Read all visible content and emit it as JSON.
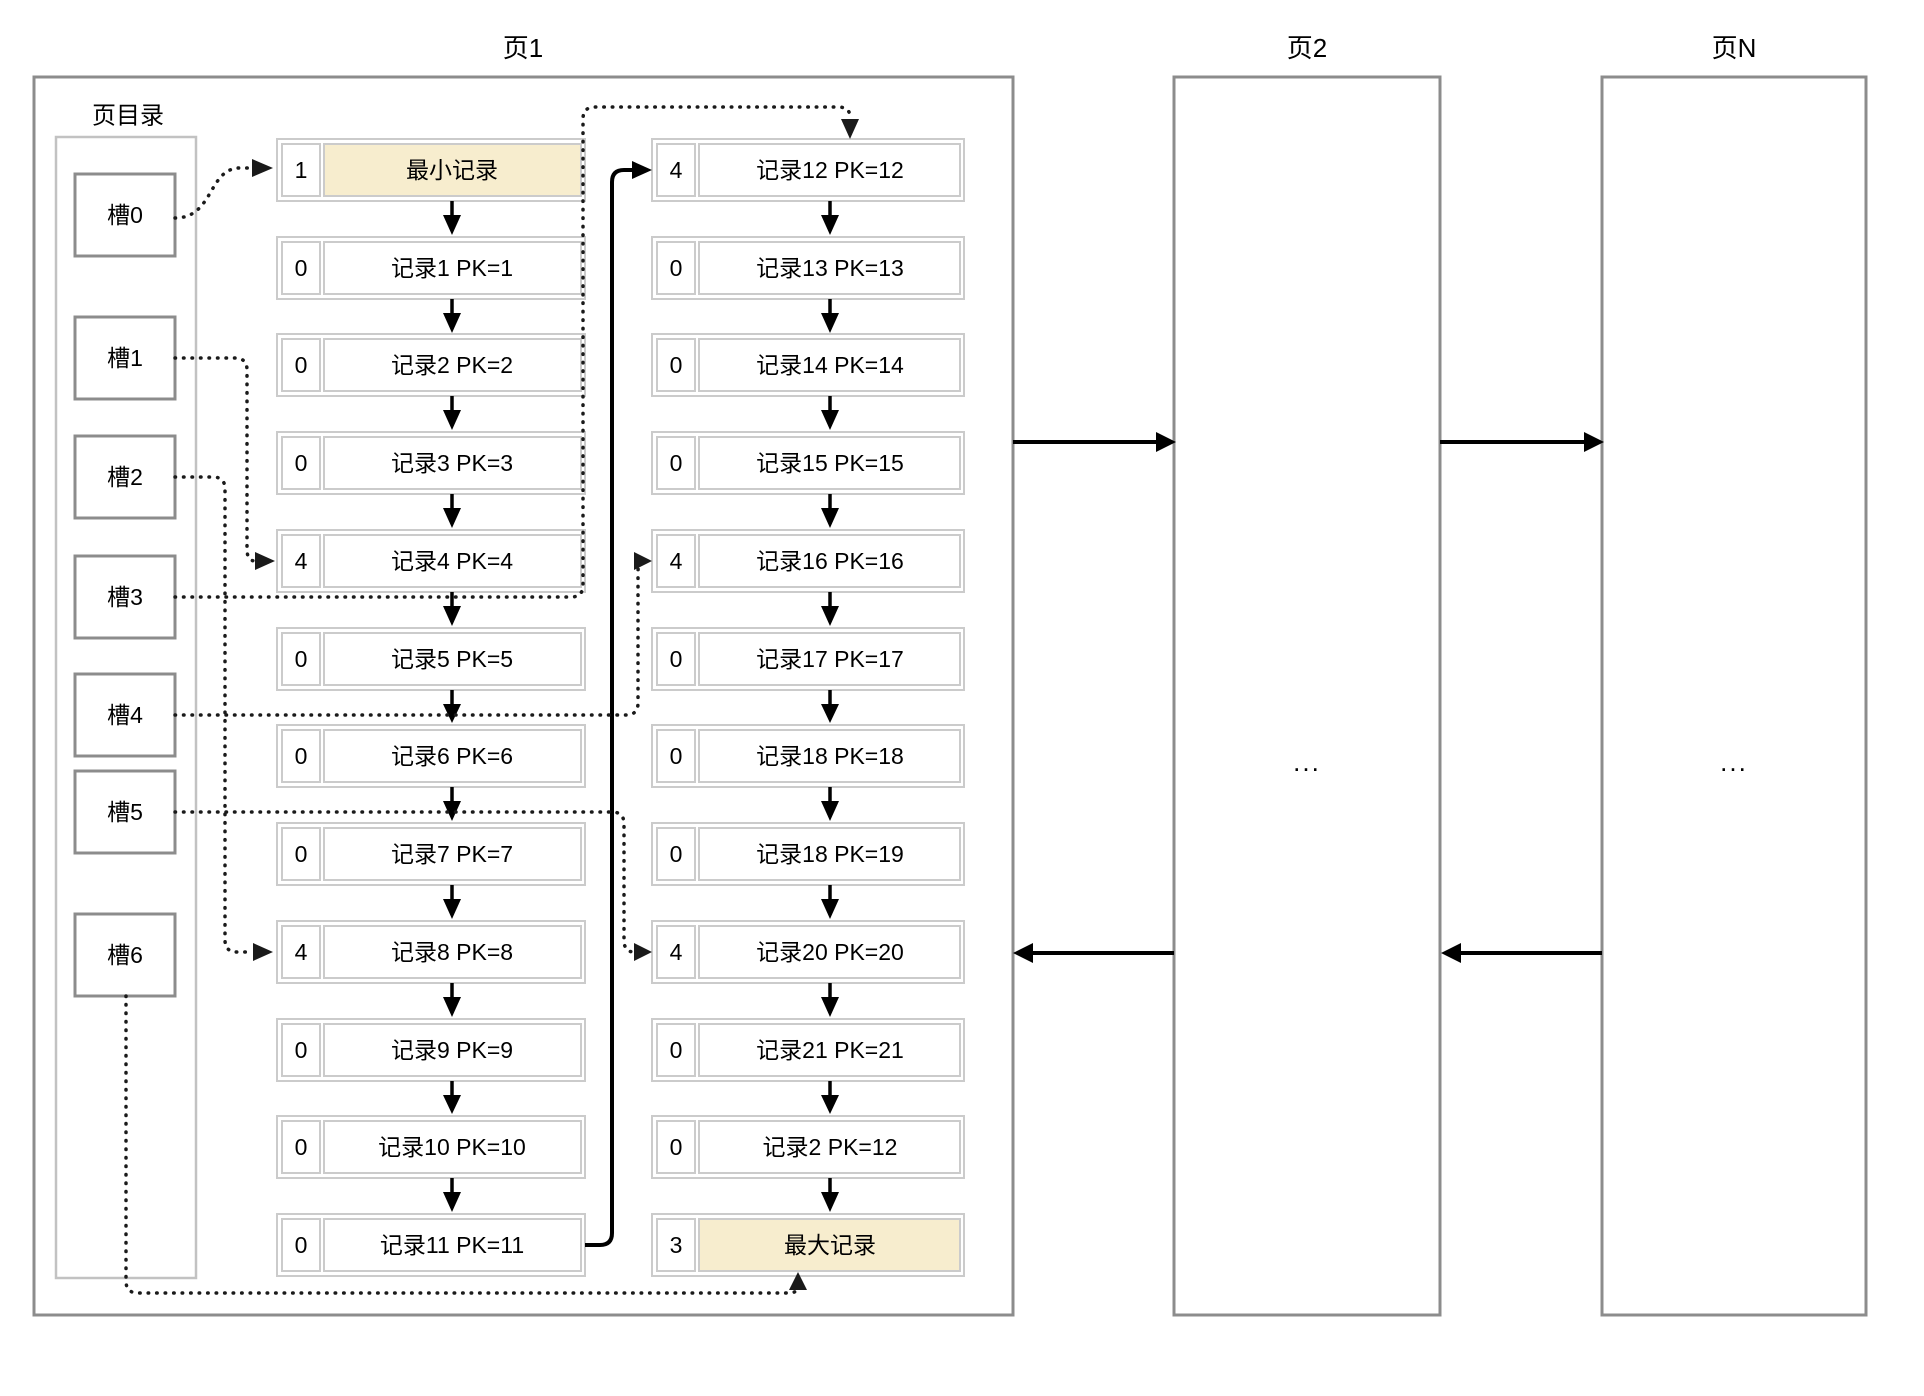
{
  "pages": [
    {
      "title": "页1"
    },
    {
      "title": "页2",
      "content": "..."
    },
    {
      "title": "页N",
      "content": "..."
    }
  ],
  "page_directory": {
    "label": "页目录",
    "slots": [
      "槽0",
      "槽1",
      "槽2",
      "槽3",
      "槽4",
      "槽5",
      "槽6"
    ]
  },
  "records": {
    "left_column": [
      {
        "slot_count": "1",
        "label": "最小记录",
        "highlighted": true
      },
      {
        "slot_count": "0",
        "label": "记录1 PK=1"
      },
      {
        "slot_count": "0",
        "label": "记录2 PK=2"
      },
      {
        "slot_count": "0",
        "label": "记录3 PK=3"
      },
      {
        "slot_count": "4",
        "label": "记录4 PK=4"
      },
      {
        "slot_count": "0",
        "label": "记录5 PK=5"
      },
      {
        "slot_count": "0",
        "label": "记录6 PK=6"
      },
      {
        "slot_count": "0",
        "label": "记录7 PK=7"
      },
      {
        "slot_count": "4",
        "label": "记录8 PK=8"
      },
      {
        "slot_count": "0",
        "label": "记录9 PK=9"
      },
      {
        "slot_count": "0",
        "label": "记录10 PK=10"
      },
      {
        "slot_count": "0",
        "label": "记录11 PK=11"
      }
    ],
    "right_column": [
      {
        "slot_count": "4",
        "label": "记录12 PK=12"
      },
      {
        "slot_count": "0",
        "label": "记录13 PK=13"
      },
      {
        "slot_count": "0",
        "label": "记录14 PK=14"
      },
      {
        "slot_count": "0",
        "label": "记录15 PK=15"
      },
      {
        "slot_count": "4",
        "label": "记录16 PK=16"
      },
      {
        "slot_count": "0",
        "label": "记录17 PK=17"
      },
      {
        "slot_count": "0",
        "label": "记录18 PK=18"
      },
      {
        "slot_count": "0",
        "label": "记录18 PK=19"
      },
      {
        "slot_count": "4",
        "label": "记录20 PK=20"
      },
      {
        "slot_count": "0",
        "label": "记录21 PK=21"
      },
      {
        "slot_count": "0",
        "label": "记录2 PK=12"
      },
      {
        "slot_count": "3",
        "label": "最大记录",
        "highlighted": true
      }
    ]
  },
  "colors": {
    "highlight_fill": "#f7edce",
    "row_border": "#cbcbcb",
    "slot_border": "#8c8c8c",
    "page_border": "#8c8c8c",
    "arrow": "#000000",
    "dotted_pointer": "#1a1a1a"
  }
}
